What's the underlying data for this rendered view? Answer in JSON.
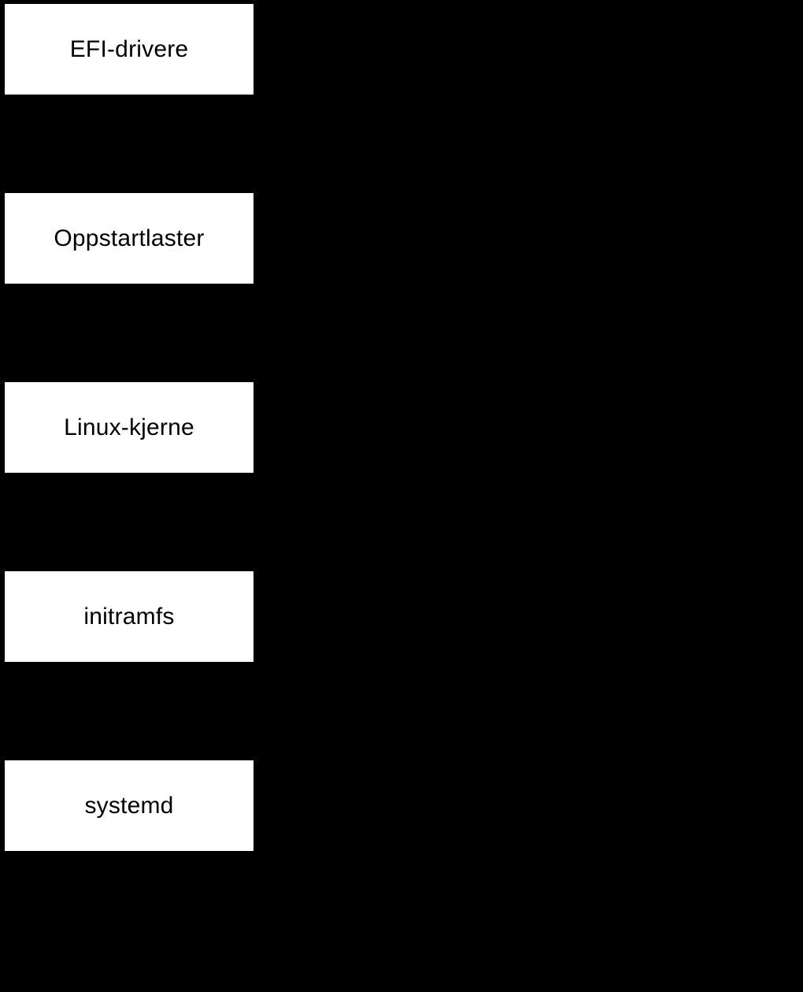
{
  "diagram": {
    "type": "flow",
    "orientation": "vertical",
    "background_color": "#000000",
    "node_fill_color": "#ffffff",
    "node_text_color": "#000000",
    "nodes": [
      {
        "id": "efi-drivere",
        "label": "EFI-drivere"
      },
      {
        "id": "oppstartlaster",
        "label": "Oppstartlaster"
      },
      {
        "id": "linux-kjerne",
        "label": "Linux-kjerne"
      },
      {
        "id": "initramfs",
        "label": "initramfs"
      },
      {
        "id": "systemd",
        "label": "systemd"
      }
    ]
  }
}
